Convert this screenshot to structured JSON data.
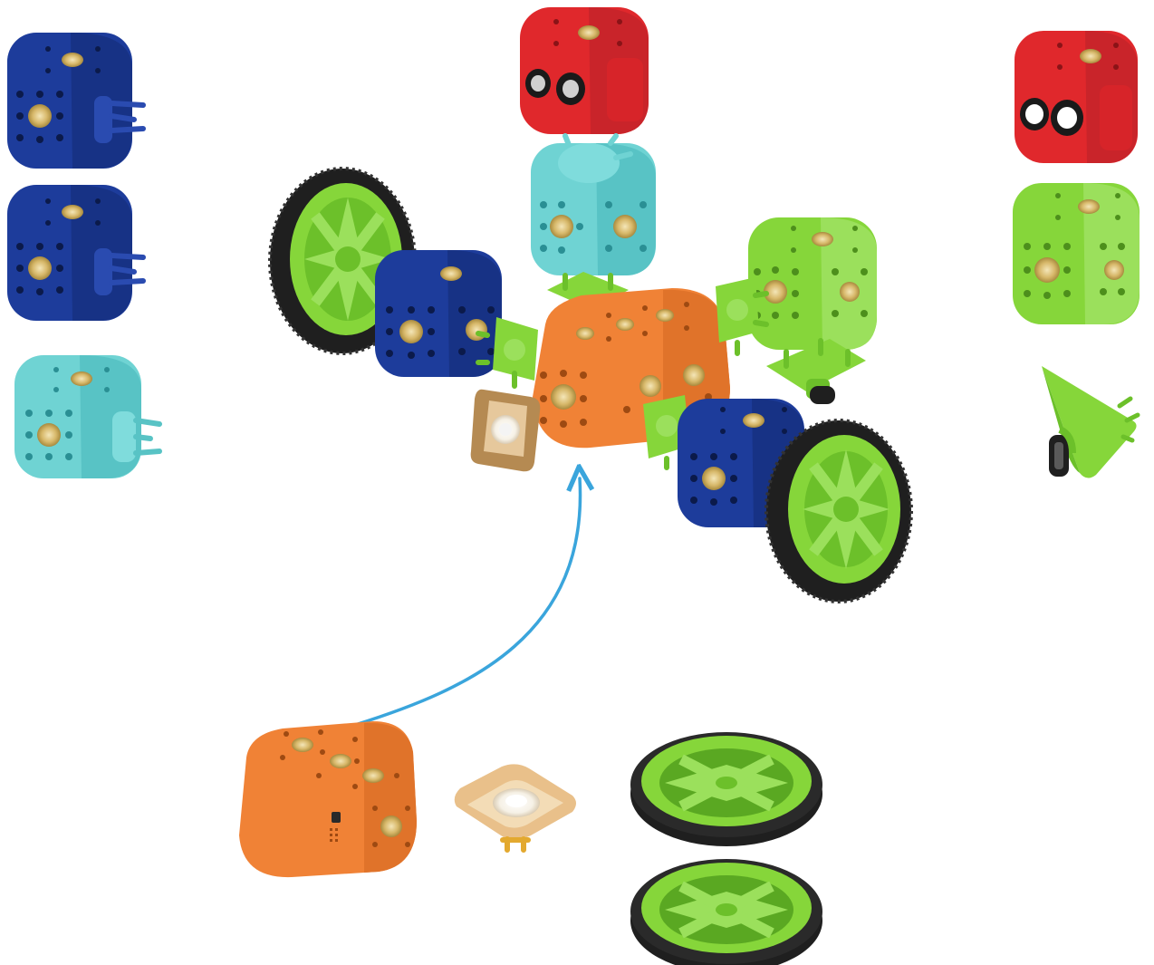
{
  "scene": {
    "palette": {
      "navy": "#1d3c9b",
      "navy_dark": "#102a78",
      "teal": "#6fd3d3",
      "teal_dark": "#3fb3b6",
      "red": "#e0282c",
      "red_dark": "#a81a1f",
      "lime": "#86d63a",
      "lime_dark": "#5aa822",
      "orange": "#f08236",
      "orange_dark": "#c45f1c",
      "brass": "#d7b86a",
      "tire": "#1f1f1f",
      "arrow": "#3aa5dc",
      "led_frame": "#b58a52"
    },
    "parts": [
      {
        "name": "blue-motor-cube",
        "color": "navy"
      },
      {
        "name": "blue-motor-cube",
        "color": "navy"
      },
      {
        "name": "teal-servo-cube",
        "color": "teal"
      },
      {
        "name": "red-distance-sensor-cube",
        "color": "red"
      },
      {
        "name": "green-passive-cube",
        "color": "lime"
      },
      {
        "name": "caster-wheel-plate",
        "color": "lime"
      },
      {
        "name": "orange-power-brain-module",
        "color": "orange"
      },
      {
        "name": "rgb-led-plate",
        "color": "led_frame"
      },
      {
        "name": "green-wheel",
        "color": "lime"
      },
      {
        "name": "green-wheel",
        "color": "lime"
      }
    ]
  }
}
